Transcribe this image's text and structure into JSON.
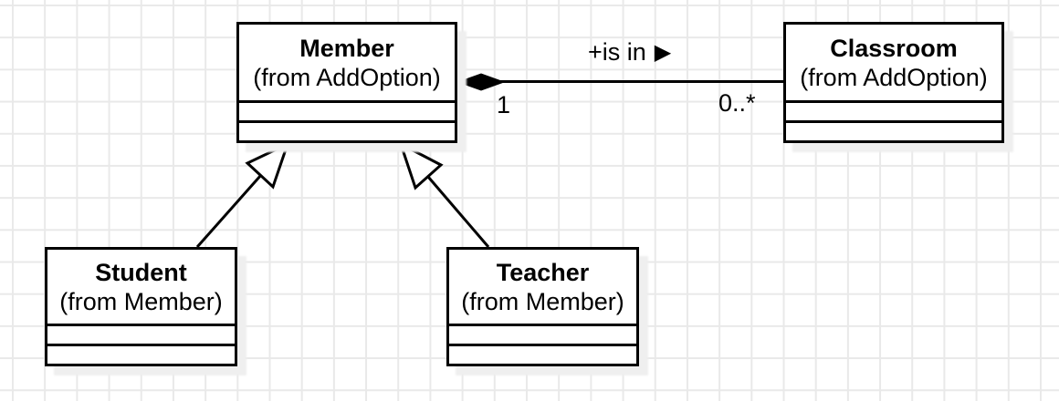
{
  "classes": {
    "member": {
      "name": "Member",
      "package": "(from AddOption)"
    },
    "classroom": {
      "name": "Classroom",
      "package": "(from AddOption)"
    },
    "student": {
      "name": "Student",
      "package": "(from Member)"
    },
    "teacher": {
      "name": "Teacher",
      "package": "(from Member)"
    }
  },
  "relationships": [
    {
      "type": "composition",
      "from": "Member",
      "to": "Classroom",
      "label": "+is in",
      "direction_arrow": "▶",
      "from_multiplicity": "1",
      "to_multiplicity": "0..*"
    },
    {
      "type": "generalization",
      "from": "Student",
      "to": "Member"
    },
    {
      "type": "generalization",
      "from": "Teacher",
      "to": "Member"
    }
  ],
  "colors": {
    "line": "#000000",
    "text": "#000000",
    "box_fill": "#ffffff",
    "grid": "#e9e9e9",
    "shadow": "#efefef"
  }
}
